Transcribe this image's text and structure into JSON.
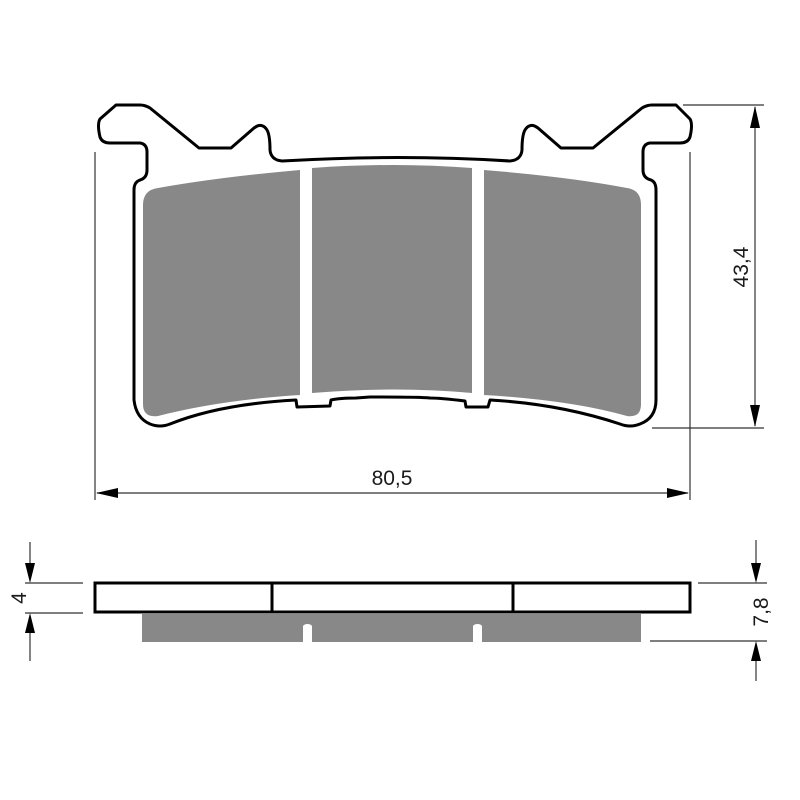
{
  "drawing": {
    "type": "brake-pad-technical-drawing",
    "colors": {
      "outline": "#000000",
      "friction_material": "#888888",
      "dimension_line": "#333333",
      "background": "#ffffff"
    },
    "front_view": {
      "pad_segments": 3
    },
    "side_view": {
      "backplate_segments": 3,
      "friction_notches": 2
    },
    "dimensions": {
      "width": "80,5",
      "height": "43,4",
      "backplate_thickness": "4",
      "total_thickness": "7,8"
    }
  }
}
